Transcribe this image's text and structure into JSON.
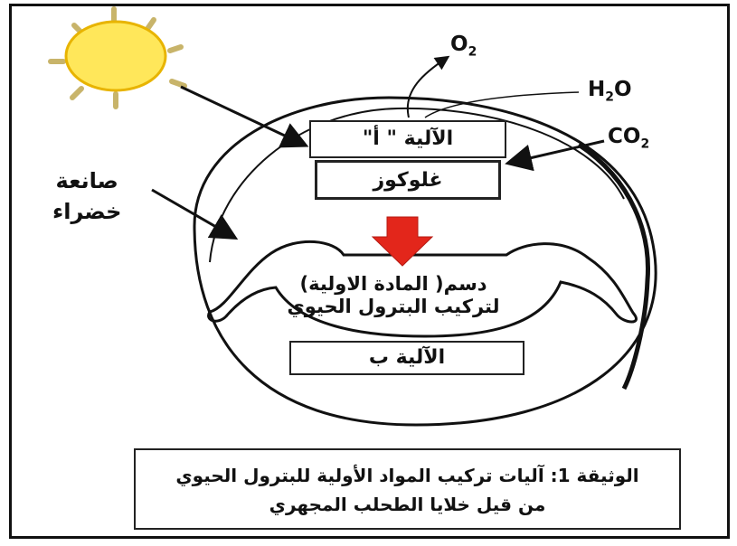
{
  "labels": {
    "mechanism_a": "الآلية \" أ\"",
    "glucose": "غلوكوز",
    "mechanism_b": "الآلية ب",
    "chloroplast_line1": "صانعة",
    "chloroplast_line2": "خضراء",
    "lipid_line1": "دسم( المادة الاولية)",
    "lipid_line2": "لتركيب البترول الحيوي",
    "o2": "O",
    "o2_sub": "2",
    "h2o_h": "H",
    "h2o_sub": "2",
    "h2o_o": "O",
    "co2": "CO",
    "co2_sub": "2"
  },
  "caption": {
    "line1": "الوثيقة 1: آليات تركيب المواد الأولية للبترول الحيوي",
    "line2": "من  قيل خلايا الطحلب المجهري"
  },
  "colors": {
    "sun_fill": "#ffe75a",
    "sun_stroke": "#e8b400",
    "ray": "#c8b46a",
    "arrow_red": "#e3261b"
  }
}
